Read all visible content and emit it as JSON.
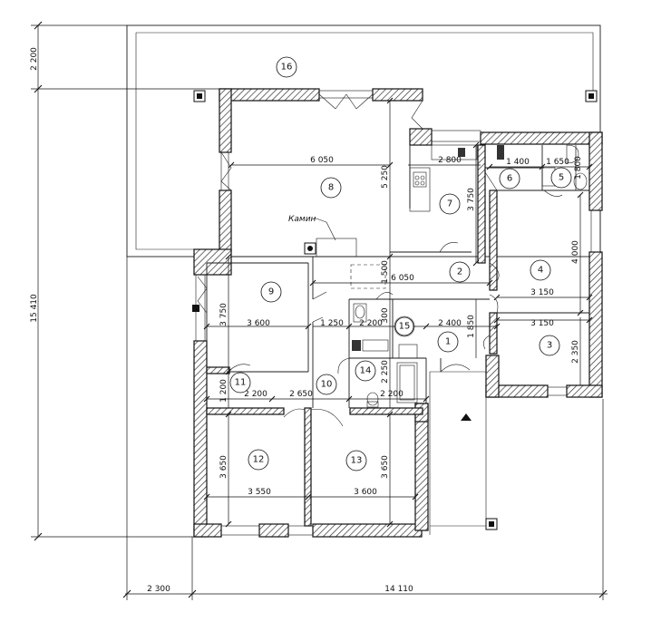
{
  "rooms": [
    "1",
    "2",
    "3",
    "4",
    "5",
    "6",
    "7",
    "8",
    "9",
    "10",
    "11",
    "12",
    "13",
    "14",
    "15",
    "16"
  ],
  "dims": {
    "h_6050_top": "6 050",
    "h_2800": "2 800",
    "h_1400": "1 400",
    "h_1650": "1 650",
    "v_5250": "5 250",
    "v_3750_r7": "3 750",
    "v_1800": "1 800",
    "v_4000": "4 000",
    "h_6050_mid": "6 050",
    "h_3150_a": "3 150",
    "h_3150_b": "3 150",
    "v_1500": "1 500",
    "v_3750_r9": "3 750",
    "h_3600_r9": "3 600",
    "h_1250": "1 250",
    "h_2200_r15": "2 200",
    "v_300": "300",
    "h_2400": "2 400",
    "v_1850": "1 850",
    "v_2350": "2 350",
    "v_2250": "2 250",
    "v_1200": "1 200",
    "h_2200_r11": "2 200",
    "h_2650": "2 650",
    "h_2200_r14": "2 200",
    "v_3650_a": "3 650",
    "v_3650_b": "3 650",
    "h_3550": "3 550",
    "h_3600_r13": "3 600",
    "v_2200_ext": "2 200",
    "v_15410": "15 410",
    "h_2300": "2 300",
    "h_14110": "14 110"
  },
  "labels": {
    "fireplace": "Камин"
  }
}
